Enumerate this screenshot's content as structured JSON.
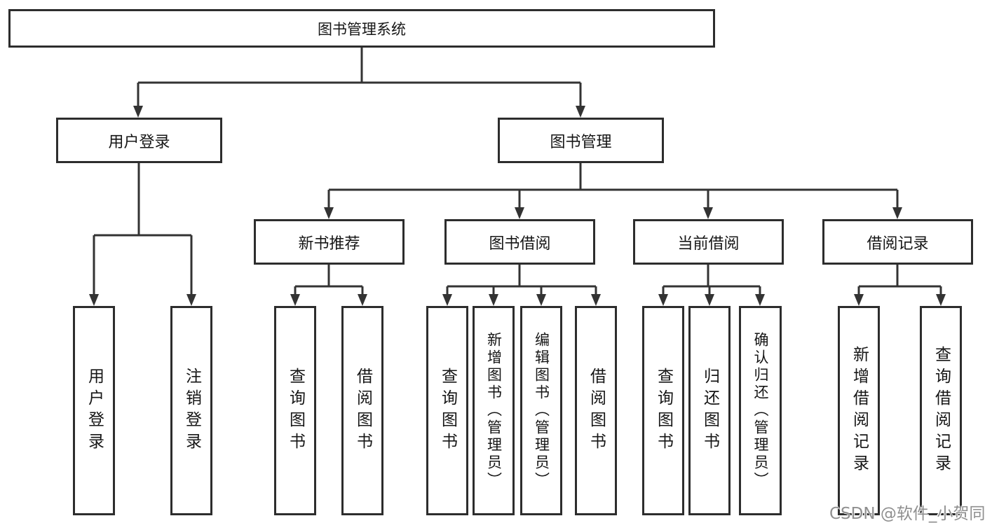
{
  "tree": {
    "label": "图书管理系统",
    "children": [
      {
        "label": "用户登录",
        "children": [
          {
            "label": "用户登录"
          },
          {
            "label": "注销登录"
          }
        ]
      },
      {
        "label": "图书管理",
        "children": [
          {
            "label": "新书推荐",
            "children": [
              {
                "label": "查询图书"
              },
              {
                "label": "借阅图书"
              }
            ]
          },
          {
            "label": "图书借阅",
            "children": [
              {
                "label": "查询图书"
              },
              {
                "label": "新增图书（管理员）"
              },
              {
                "label": "编辑图书（管理员）"
              },
              {
                "label": "借阅图书"
              }
            ]
          },
          {
            "label": "当前借阅",
            "children": [
              {
                "label": "查询图书"
              },
              {
                "label": "归还图书"
              },
              {
                "label": "确认归还（管理员）"
              }
            ]
          },
          {
            "label": "借阅记录",
            "children": [
              {
                "label": "新增借阅记录"
              },
              {
                "label": "查询借阅记录"
              }
            ]
          }
        ]
      }
    ]
  },
  "watermark": {
    "text": "CSDN @软件_小贺同学"
  },
  "colors": {
    "line": "#333333",
    "box_border": "#2d2d2d",
    "box_fill": "#ffffff",
    "text": "#161616",
    "watermark": "#8f8f8f",
    "background": "#ffffff"
  }
}
